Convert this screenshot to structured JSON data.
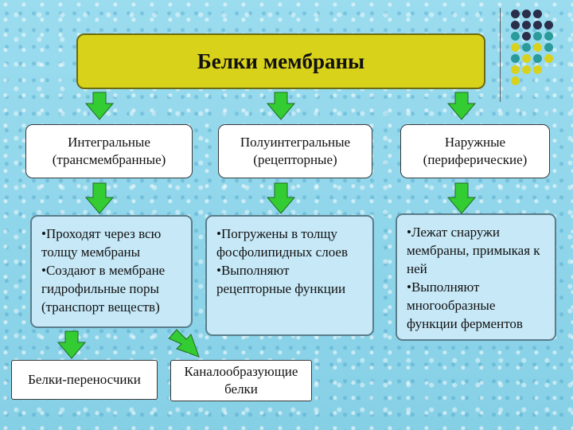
{
  "title": "Белки мембраны",
  "categories": [
    {
      "line1": "Интегральные",
      "line2": "(трансмембранные)"
    },
    {
      "line1": "Полуинтегральные",
      "line2": "(рецепторные)"
    },
    {
      "line1": "Наружные",
      "line2": "(периферические)"
    }
  ],
  "descriptions": [
    {
      "bullet1": "•Проходят через всю толщу мембраны",
      "bullet2": "•Создают в мембране гидрофильные поры (транспорт веществ)"
    },
    {
      "bullet1": "•Погружены в толщу фосфолипидных слоев",
      "bullet2": "•Выполняют рецепторные функции"
    },
    {
      "bullet1": "•Лежат снаружи мембраны, примыкая к ней",
      "bullet2": "•Выполняют многообразные функции ферментов"
    }
  ],
  "subtypes": [
    {
      "label": "Белки-переносчики"
    },
    {
      "label": "Каналообразующие белки"
    }
  ],
  "colors": {
    "title_fill": "#d9d21a",
    "arrow_fill": "#33cc33",
    "description_fill": "#c6e8f7",
    "category_fill": "#ffffff",
    "dot_dark": "#2b2e4a",
    "dot_teal": "#2a9a9a",
    "dot_yellow": "#d8d21e"
  }
}
